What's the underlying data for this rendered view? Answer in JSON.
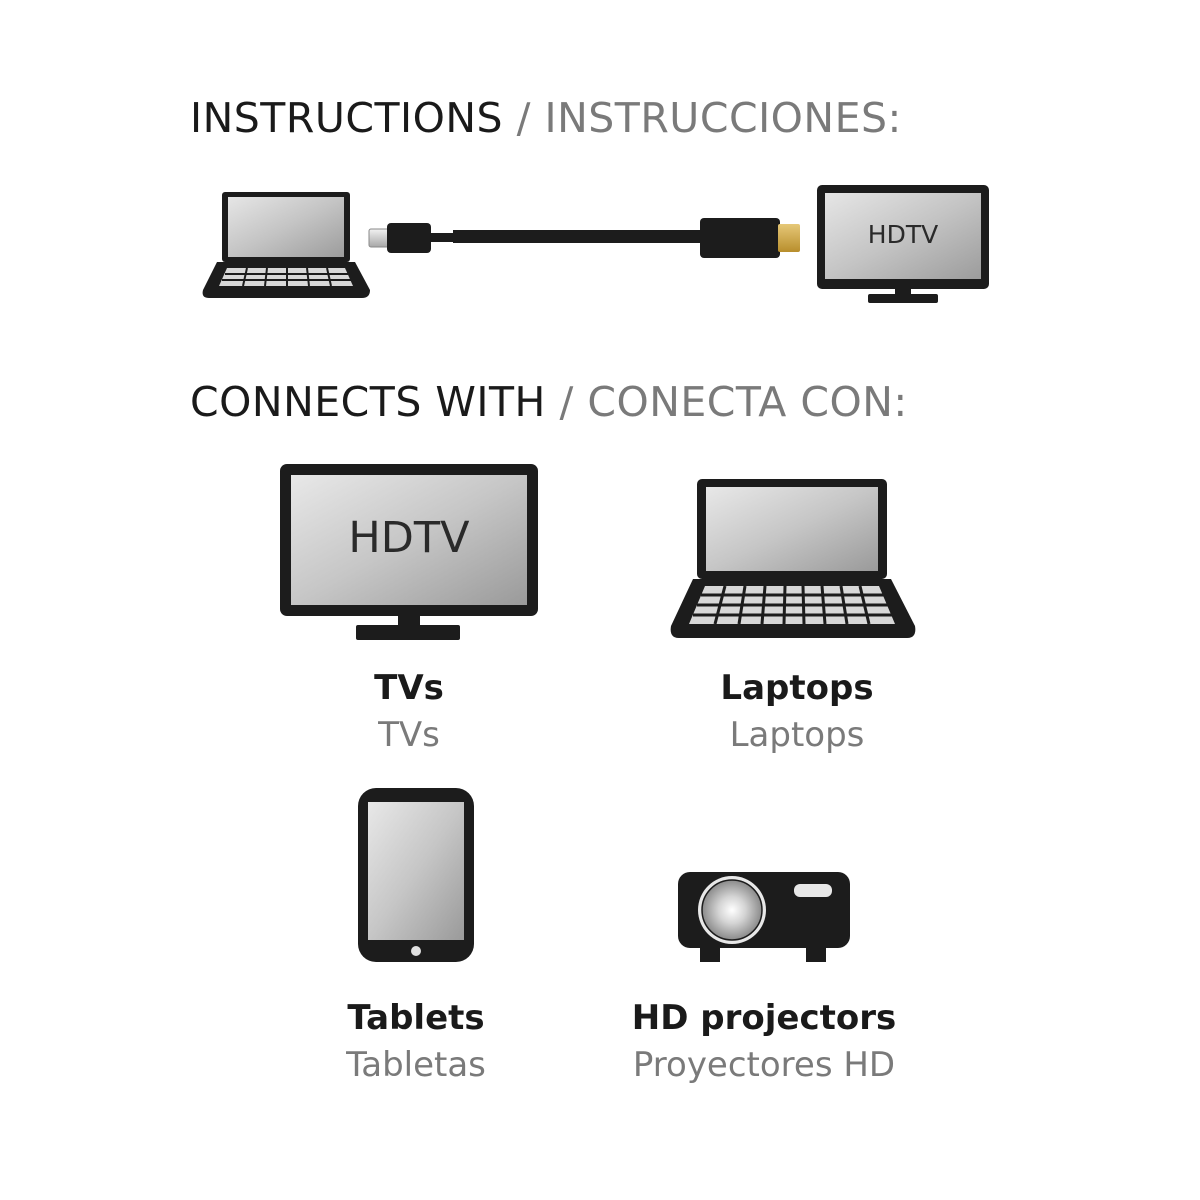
{
  "instructions": {
    "title_en": "INSTRUCTIONS",
    "separator": "/",
    "title_es": "INSTRUCCIONES:",
    "diagram": {
      "source_device": "laptop-icon",
      "cable": "mini-displayport-to-hdmi-cable",
      "target_device": "hdtv-icon",
      "target_screen_text": "HDTV"
    }
  },
  "connects": {
    "title_en": "CONNECTS WITH",
    "separator": "/",
    "title_es": "CONECTA CON:",
    "devices": [
      {
        "icon": "tv-icon",
        "screen_text": "HDTV",
        "label_en": "TVs",
        "label_es": "TVs"
      },
      {
        "icon": "laptop-icon",
        "label_en": "Laptops",
        "label_es": "Laptops"
      },
      {
        "icon": "tablet-icon",
        "label_en": "Tablets",
        "label_es": "Tabletas"
      },
      {
        "icon": "projector-icon",
        "label_en": "HD projectors",
        "label_es": "Proyectores HD"
      }
    ]
  },
  "colors": {
    "primary_text": "#1a1a1a",
    "secondary_text": "#7a7a7a",
    "icon": "#1c1c1c",
    "screen": "#c8c8c8",
    "connector": "#c9a23a"
  }
}
